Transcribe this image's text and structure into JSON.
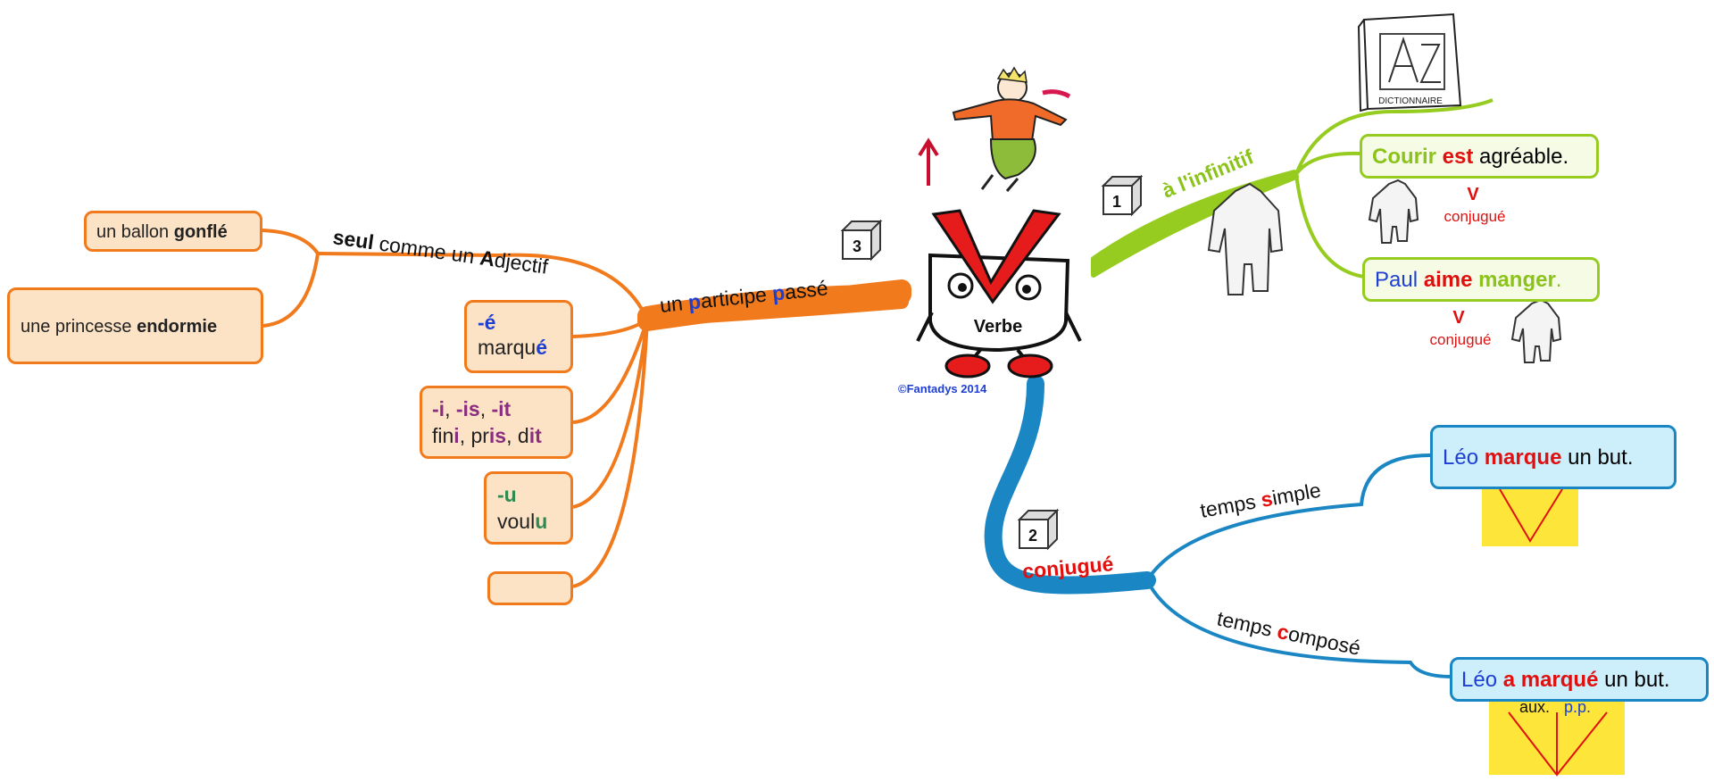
{
  "center": {
    "word": "Verbe",
    "copyright": "©Fantadys 2014"
  },
  "colors": {
    "orange": "#f07a1c",
    "green": "#96cc1f",
    "blue": "#1b86c4",
    "red": "#e0100f",
    "yellow": "#fde53a"
  },
  "branch_infinitif": {
    "number": "1",
    "label": "à l'infinitif",
    "ex1": {
      "w1": "Courir",
      "w2": "est",
      "w3": "agréable."
    },
    "ex1_mark": "V",
    "ex1_note": "conjugué",
    "ex2": {
      "w1": "Paul",
      "w2": "aime",
      "w3": "manger",
      "w4": "."
    },
    "ex2_mark": "V",
    "ex2_note": "conjugué",
    "dictionary_label": "DICTIONNAIRE"
  },
  "branch_conjugue": {
    "number": "2",
    "label": "conjugué",
    "simple": {
      "label_a": "temps ",
      "label_b": "s",
      "label_c": "imple",
      "w1": "Léo",
      "w2": "marque",
      "w3": "un but."
    },
    "compose": {
      "label_a": "temps ",
      "label_b": "c",
      "label_c": "omposé",
      "w1": "Léo",
      "w2": "a marqué",
      "w3": "un but.",
      "aux": "aux.",
      "pp": "p.p."
    }
  },
  "branch_participe": {
    "number": "3",
    "label": {
      "a": "un ",
      "b": "p",
      "c": "articipe ",
      "d": "p",
      "e": "assé"
    },
    "adj_label": {
      "a": "seul",
      "b": " comme un ",
      "c": "A",
      "d": "djectif"
    },
    "adj_ex1": {
      "a": "un ballon ",
      "b": "gonflé"
    },
    "adj_ex2": {
      "a": "une princesse ",
      "b": "endormie"
    },
    "e_box": {
      "ending": "-é",
      "word_a": "marqu",
      "word_b": "é"
    },
    "i_box": {
      "e1": "-i",
      "sep1": ", ",
      "e2": "-is",
      "sep2": ", ",
      "e3": "-it",
      "w1a": "fin",
      "w1b": "i",
      "s1": ", ",
      "w2a": "pr",
      "w2b": "is",
      "s2": ", ",
      "w3a": "d",
      "w3b": "it"
    },
    "u_box": {
      "ending": "-u",
      "word_a": "voul",
      "word_b": "u"
    }
  }
}
